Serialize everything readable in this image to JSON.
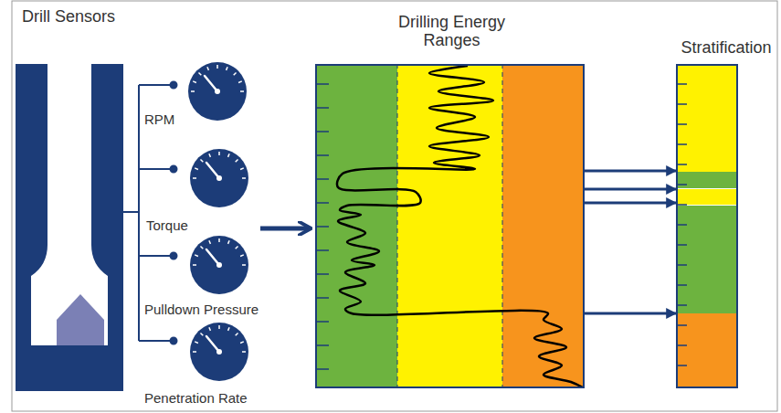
{
  "diagram": {
    "nodes": [
      {
        "text": [
          "Drill Sensors"
        ]
      },
      {
        "text": [
          "Drilling Energy Ranges"
        ]
      },
      {
        "text": [
          "Stratification"
        ]
      }
    ],
    "edges": [
      {
        "from": 0,
        "to": 1,
        "arrow": "to"
      },
      {
        "from": 1,
        "to": 2,
        "arrow": "to"
      },
      {
        "from": 1,
        "to": 2,
        "arrow": "to"
      },
      {
        "from": 1,
        "to": 2,
        "arrow": "to"
      },
      {
        "from": 1,
        "to": 2,
        "arrow": "to"
      }
    ],
    "labels": [
      "RPM",
      "Torque",
      "Pulldown Pressure",
      "Penetration Rate"
    ]
  }
}
